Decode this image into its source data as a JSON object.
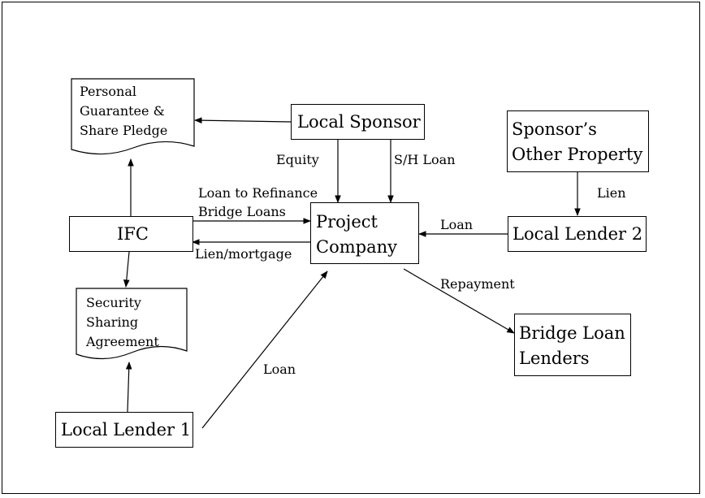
{
  "nodes": {
    "local_sponsor": "Local Sponsor",
    "sponsor_other_property": "Sponsor’s\nOther Property",
    "ifc": "IFC",
    "project_company": "Project\nCompany",
    "local_lender_2": "Local Lender 2",
    "bridge_loan_lenders": "Bridge Loan\nLenders",
    "local_lender_1": "Local Lender 1"
  },
  "documents": {
    "personal_guarantee": "Personal\nGuarantee &\nShare Pledge",
    "security_sharing": "Security\nSharing\nAgreement"
  },
  "edges": {
    "equity": "Equity",
    "sh_loan": "S/H Loan",
    "loan_to_refinance": "Loan to Refinance\nBridge Loans",
    "lien_mortgage": "Lien/mortgage",
    "lien": "Lien",
    "loan_ll2": "Loan",
    "repayment": "Repayment",
    "loan_ll1": "Loan"
  }
}
